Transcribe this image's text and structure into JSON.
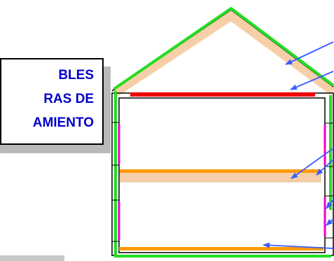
{
  "label": {
    "lines": [
      "BLES",
      "RAS DE",
      "AMIENTO"
    ]
  },
  "colors": {
    "label_text": "#0000cc",
    "roof_board": "#f6cfa8",
    "membrane": "#22dd22",
    "ceiling_bar": "#ee0000",
    "floor_strip": "#ff9900",
    "floor_board": "#f6cfa8",
    "vapor_barrier": "#ee00cc",
    "arrow": "#3b5bff",
    "outline": "#000000"
  }
}
